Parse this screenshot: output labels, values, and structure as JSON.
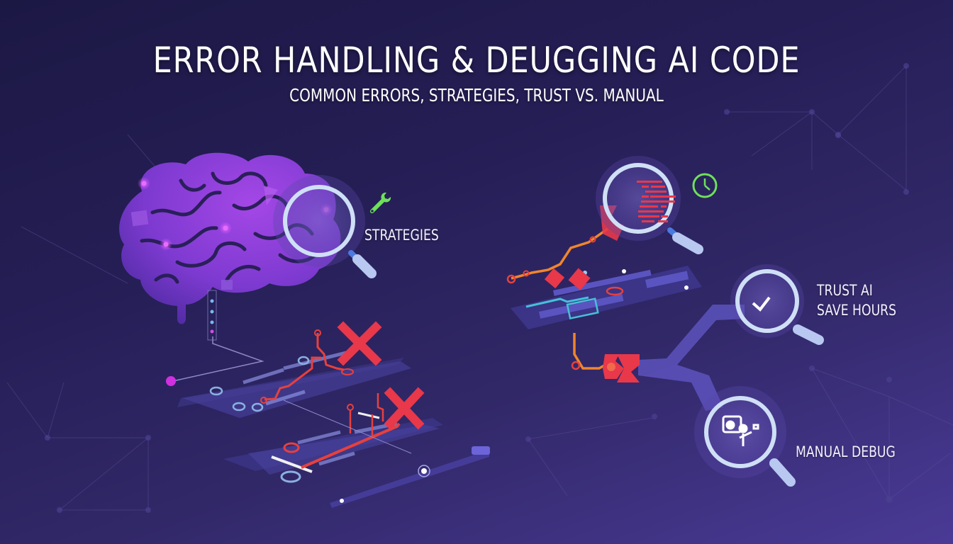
{
  "header": {
    "title": "ERROR HANDLING & DEUGGING AI CODE",
    "subtitle": "COMMON ERRORS, STRATEGIES, TRUST VS. MANUAL"
  },
  "labels": {
    "strategies": "STRATEGIES",
    "trust_line1": "TRUST AI",
    "trust_line2": "SAVE HOURS",
    "manual": "MANUAL DEBUG"
  },
  "icons": {
    "brain": "brain-icon",
    "wrench": "wrench-icon",
    "clock": "clock-icon",
    "check": "checkmark-icon",
    "person_board": "presenter-icon",
    "error": "x-mark-icon",
    "magnifier": "magnifying-glass-icon"
  },
  "colors": {
    "background_top": "#1c1844",
    "background_bottom": "#4a3a96",
    "brain": "#8a3fd8",
    "error_red": "#e8384a",
    "wire_orange": "#f0862c",
    "accent_green": "#6ee05a",
    "lens_ring": "#c8dcf4",
    "branch_blue": "#5a50b8",
    "glow_magenta": "#d040f0"
  }
}
